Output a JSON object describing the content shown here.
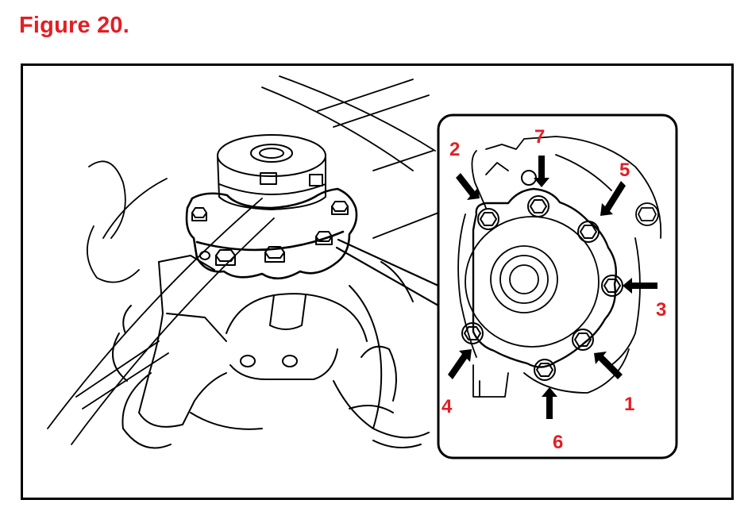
{
  "figure": {
    "title": "Figure 20.",
    "title_color": "#e31e24",
    "frame_color": "#000000",
    "line_color": "#000000"
  },
  "detail_callout": {
    "bolt_count": 8,
    "sequence_labels": [
      "1",
      "2",
      "3",
      "4",
      "5",
      "6",
      "7"
    ],
    "label_color": "#e31e24",
    "arrow_color": "#000000"
  }
}
